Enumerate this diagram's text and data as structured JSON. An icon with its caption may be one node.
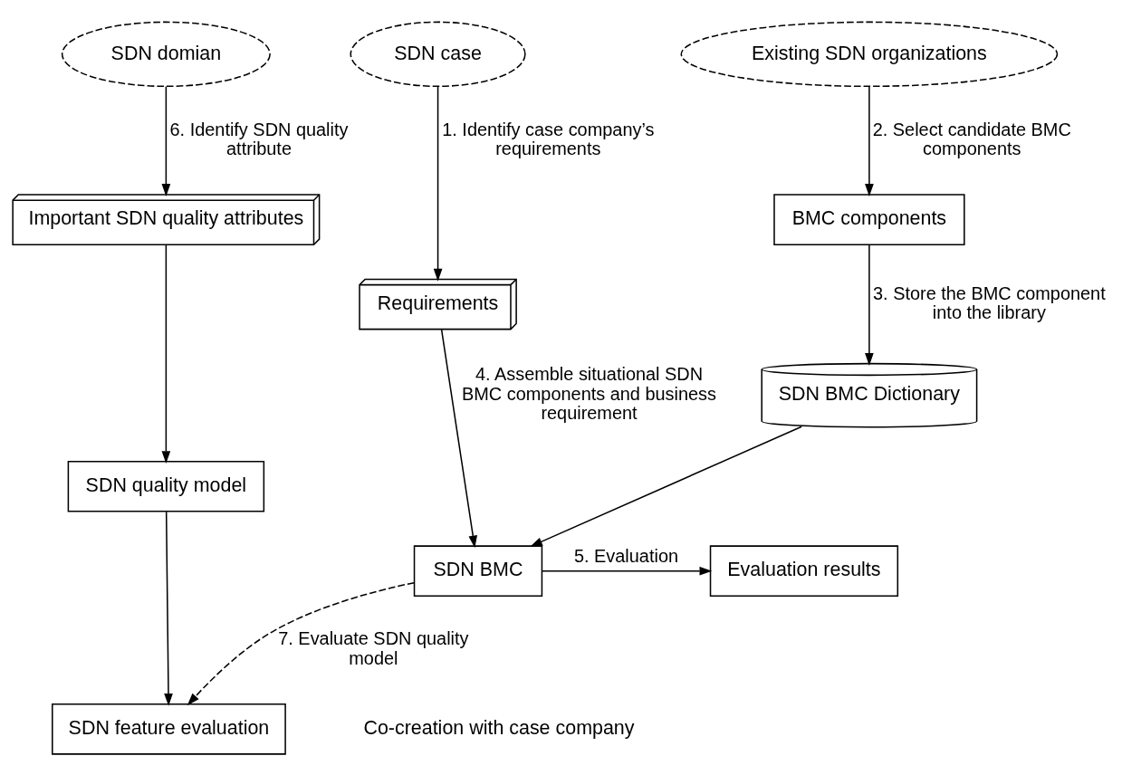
{
  "diagram": {
    "nodes": [
      {
        "text": [
          "SDN case"
        ]
      },
      {
        "text": [
          "Existing SDN organizations"
        ]
      },
      {
        "text": [
          "SDN domian"
        ]
      },
      {
        "text": [
          "Requirements"
        ]
      },
      {
        "text": [
          "BMC components"
        ]
      },
      {
        "text": [
          "SDN BMC Dictionary"
        ]
      },
      {
        "text": [
          "Important SDN quality attributes"
        ]
      },
      {
        "text": [
          "SDN quality model"
        ]
      },
      {
        "text": [
          "Evaluation results"
        ]
      },
      {
        "text": [
          "SDN BMC"
        ]
      },
      {
        "text": [
          "SDN feature evaluation"
        ]
      }
    ],
    "edges": [
      {
        "from": 0,
        "to": 3,
        "arrow": "to",
        "label": "1. Identify case company’s requirements"
      },
      {
        "from": 1,
        "to": 4,
        "arrow": "to",
        "label": "2. Select candidate BMC components"
      },
      {
        "from": 4,
        "to": 5,
        "arrow": "to",
        "label": "3. Store the BMC component into the library"
      },
      {
        "from": 2,
        "to": 6,
        "arrow": "to",
        "label": "6. Identify SDN quality attribute"
      },
      {
        "from": 6,
        "to": 7,
        "arrow": "to"
      },
      {
        "from": 3,
        "to": 9,
        "arrow": "to",
        "label": "4. Assemble situational SDN BMC components and business requirement"
      },
      {
        "from": 5,
        "to": 9,
        "arrow": "to"
      },
      {
        "from": 9,
        "to": 8,
        "arrow": "to",
        "label": "5. Evaluation"
      },
      {
        "from": 9,
        "to": 10,
        "arrow": "to",
        "style": "dashed",
        "label": "7. Evaluate SDN quality model"
      },
      {
        "from": 7,
        "to": 10,
        "arrow": "to"
      }
    ],
    "labels": [
      "Co-creation with case company"
    ]
  }
}
